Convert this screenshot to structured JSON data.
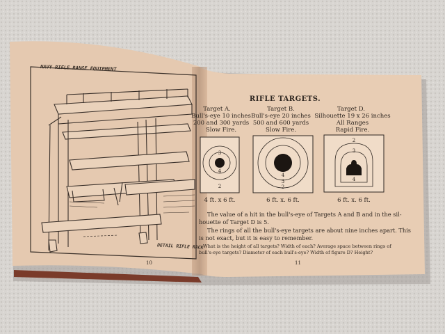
{
  "left_page": {
    "drawing_title": "NAVY RIFLE RANGE EQUIPMENT",
    "drawing_caption": "DETAIL RIFLE RACK",
    "page_number": "10"
  },
  "right_page": {
    "heading": "RIFLE TARGETS.",
    "targets": [
      {
        "name": "Target A.",
        "line1": "Bull's-eye 10 inches",
        "line2": "200 and 300 yards",
        "line3": "Slow Fire.",
        "size": "4 ft. x 6 ft.",
        "ring_labels": [
          "3",
          "4",
          "2"
        ]
      },
      {
        "name": "Target B.",
        "line1": "Bull's-eye 20 inches",
        "line2": "500 and 600 yards",
        "line3": "Slow Fire.",
        "size": "6 ft. x. 6 ft.",
        "ring_labels": [
          "4",
          "3",
          "2"
        ]
      },
      {
        "name": "Target D.",
        "line1": "Silhouette 19 x 26 inches",
        "line2": "All Ranges",
        "line3": "Rapid Fire.",
        "size": "6 ft. x. 6 ft.",
        "ring_labels": [
          "2",
          "3",
          "4"
        ]
      }
    ],
    "para1_line1": "The value of a hit in the bull's-eye of Targets A and B and in the sil-",
    "para1_line2": "houette of Target D is 5.",
    "para2_line1": "The rings of all the bull's-eye targets are about nine inches apart.  This",
    "para2_line2": "is not exact, but it is easy to remember.",
    "question_line1": "What is the height of all targets?  Width of each?  Average space between rings of",
    "question_line2": "bull's-eye targets?  Diameter of each bull's-eye?  Width of figure D?  Height?",
    "page_number": "11"
  }
}
